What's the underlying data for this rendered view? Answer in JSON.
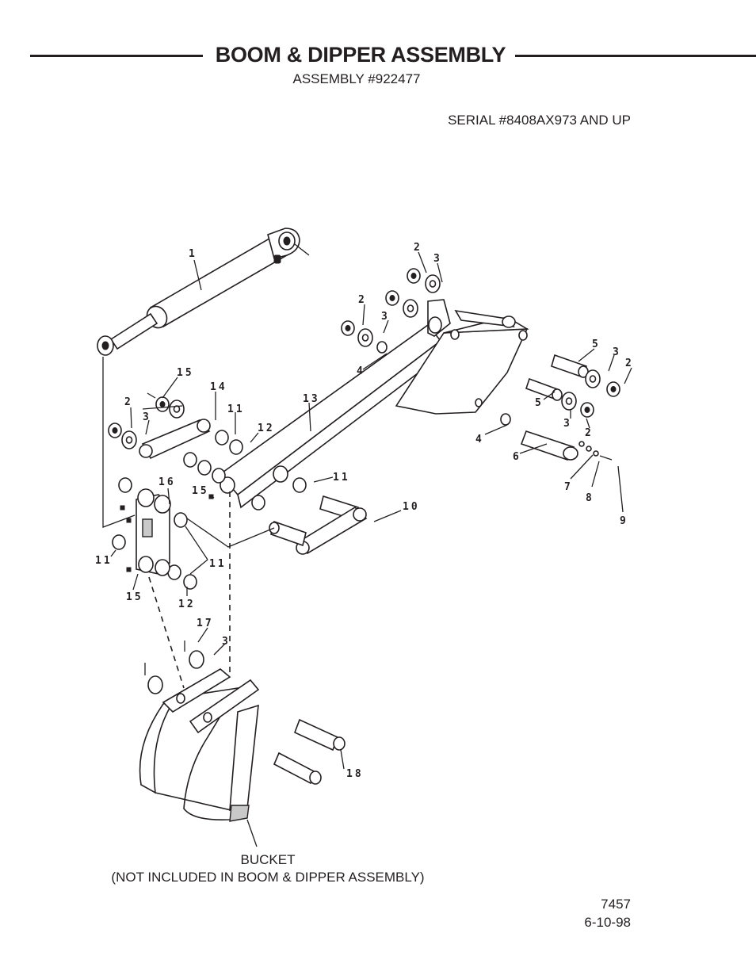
{
  "header": {
    "title": "BOOM & DIPPER ASSEMBLY",
    "assembly": "ASSEMBLY #922477",
    "serial": "SERIAL #8408AX973 AND UP"
  },
  "callouts": [
    {
      "id": "c1",
      "text": "1"
    },
    {
      "id": "c2a",
      "text": "2"
    },
    {
      "id": "c3a",
      "text": "3"
    },
    {
      "id": "c2b",
      "text": "2"
    },
    {
      "id": "c3b",
      "text": "3"
    },
    {
      "id": "c4a",
      "text": "4"
    },
    {
      "id": "c5a",
      "text": "5"
    },
    {
      "id": "c3c",
      "text": "3"
    },
    {
      "id": "c2c",
      "text": "2"
    },
    {
      "id": "c5b",
      "text": "5"
    },
    {
      "id": "c3d",
      "text": "3"
    },
    {
      "id": "c2d",
      "text": "2"
    },
    {
      "id": "c4b",
      "text": "4"
    },
    {
      "id": "c6",
      "text": "6"
    },
    {
      "id": "c7",
      "text": "7"
    },
    {
      "id": "c8",
      "text": "8"
    },
    {
      "id": "c9",
      "text": "9"
    },
    {
      "id": "c15a",
      "text": "15"
    },
    {
      "id": "c14",
      "text": "14"
    },
    {
      "id": "c13",
      "text": "13"
    },
    {
      "id": "c2e",
      "text": "2"
    },
    {
      "id": "c3e",
      "text": "3"
    },
    {
      "id": "c11a",
      "text": "11"
    },
    {
      "id": "c12a",
      "text": "12"
    },
    {
      "id": "c16",
      "text": "16"
    },
    {
      "id": "c15b",
      "text": "15"
    },
    {
      "id": "c11b",
      "text": "11"
    },
    {
      "id": "c10",
      "text": "10"
    },
    {
      "id": "c11c",
      "text": "11"
    },
    {
      "id": "c11d",
      "text": "11"
    },
    {
      "id": "c15c",
      "text": "15"
    },
    {
      "id": "c12b",
      "text": "12"
    },
    {
      "id": "c17",
      "text": "17"
    },
    {
      "id": "c3f",
      "text": "3"
    },
    {
      "id": "c18",
      "text": "18"
    }
  ],
  "bucket_note": {
    "line1": "BUCKET",
    "line2": "(NOT INCLUDED IN BOOM & DIPPER ASSEMBLY)"
  },
  "footer": {
    "drawing_number": "7457",
    "date": "6-10-98"
  },
  "colors": {
    "ink": "#231f20",
    "paper": "#ffffff",
    "shade": "#c9c9c9"
  }
}
